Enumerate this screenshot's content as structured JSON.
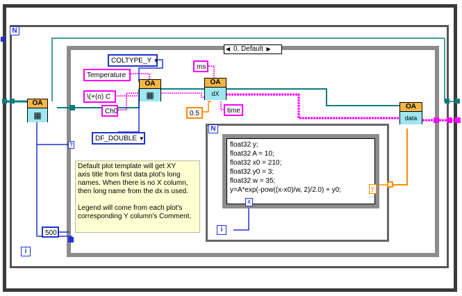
{
  "outer_loop": {
    "count_terminal": "N"
  },
  "case_structure": {
    "selector_label": "0, Default",
    "prev_arrow": "◀",
    "next_arrow": "▶"
  },
  "constants": {
    "coltype": "COLTYPE_Y",
    "temperature": "Temperature",
    "units": "\\(+(o) C",
    "channel": "Ch0",
    "dtype": "DF_DOUBLE",
    "ms": "ms",
    "time": "time",
    "dx": "0.5",
    "count": "500"
  },
  "nodes": {
    "oa_left": {
      "label": "OA"
    },
    "oa_middle": {
      "label": "OA"
    },
    "oa_dx": {
      "label": "OA",
      "body": "dX"
    },
    "oa_data": {
      "label": "OA",
      "body": "data"
    }
  },
  "comment_lines": [
    "Default plot template will get XY",
    "axis title from first data plot's long",
    "names. When there is no X column,",
    "then long name from the dx is used.",
    "",
    "Legend will come from each plot's",
    "corresponding Y column's Comment."
  ],
  "inner_loop": {
    "count_terminal": "N",
    "index_terminal": "i"
  },
  "outer_index_terminal": "i",
  "formula_lines": [
    "float32 y;",
    "float32 A = 10;",
    "float32 x0 = 210;",
    "float32 y0 = 3;",
    "float32 w = 35;",
    "y=A*exp(-pow((x-x0)/w, 2)/2.0) + y0;"
  ],
  "formula_io": {
    "input": "x",
    "output": "y"
  },
  "unwired_marker": "?",
  "colors": {
    "int_wire": "#1e32d2",
    "string_wire": "#ff00ff",
    "float_wire": "#ff8a00",
    "ref_wire": "#0c7c7c",
    "structure_gray": "#8c8c8c",
    "node_header": "#f5b547",
    "node_body": "#9ee7f0"
  }
}
